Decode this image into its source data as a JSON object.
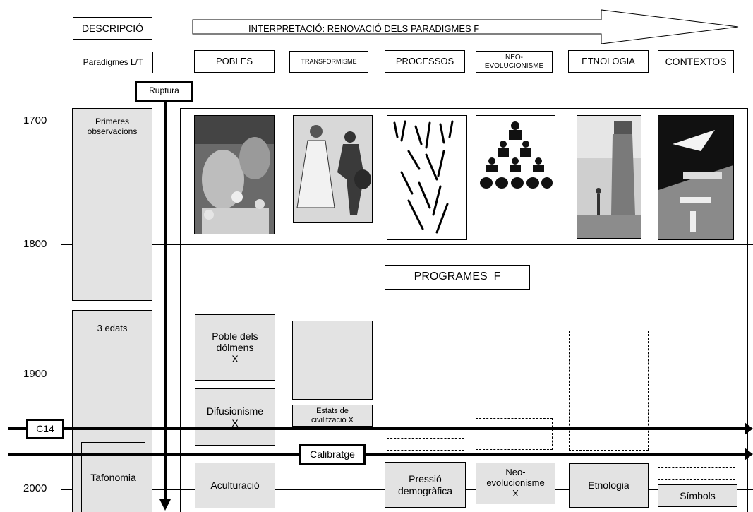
{
  "header": {
    "descripcio": "DESCRIPCIÓ",
    "interpretacio": "INTERPRETACIÓ: RENOVACIÓ DELS PARADIGMES F"
  },
  "columns": {
    "paradigmes": "Paradigmes L/T",
    "pobles": "POBLES",
    "transformisme": "TRANSFORMISME",
    "processos": "PROCESSOS",
    "neo": "NEO-\nEVOLUCIONISME",
    "etnologia": "ETNOLOGIA",
    "contextos": "CONTEXTOS"
  },
  "ruptura": "Ruptura",
  "years": {
    "y1700": "1700",
    "y1800": "1800",
    "y1900": "1900",
    "y2000": "2000"
  },
  "left_boxes": {
    "primeres": "Primeres\nobservacions",
    "edats": "3 edats",
    "tafonomia": "Tafonomia"
  },
  "programes": "PROGRAMES  F",
  "boxes": {
    "poble_dolmens": "Poble dels\ndólmens\nX",
    "difusionisme": "Difusionisme\nX",
    "estats": "Estats de\ncivilització X",
    "aculturacio": "Aculturació",
    "pressio": "Pressió\ndemogràfica",
    "neoevolucionisme": "Neo-\nevolucionisme\nX",
    "etnologia": "Etnologia",
    "simbols": "Símbols"
  },
  "lines": {
    "c14": "C14",
    "calibratge": "Calibratge"
  },
  "icons": [
    "arrow-right-icon",
    "arrow-down-icon"
  ]
}
